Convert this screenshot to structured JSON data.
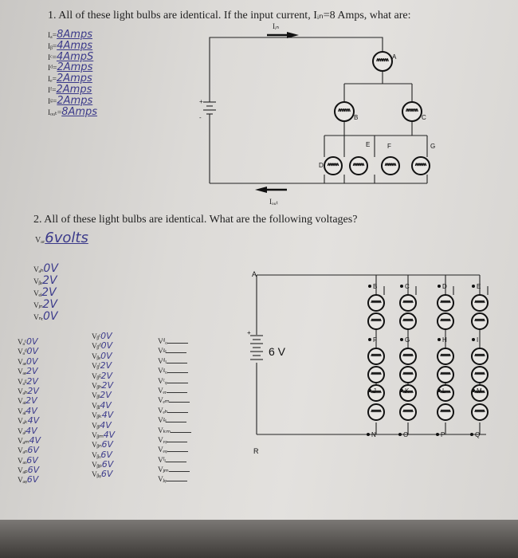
{
  "questions": {
    "q1": "1. All of these light bulbs are identical.  If the input current, Iᵢₙ=8 Amps, what are:",
    "q2": "2. All of these light bulbs are identical. What are the following voltages?"
  },
  "q1_answers": [
    {
      "key": "Iₐ=",
      "val": "8Amps"
    },
    {
      "key": "Iᵦ=",
      "val": "4Amps"
    },
    {
      "key": "Iᶜ=",
      "val": "4AmpS"
    },
    {
      "key": "Iᵈ=",
      "val": "2Amps"
    },
    {
      "key": "Iₑ=",
      "val": "2Amps"
    },
    {
      "key": "Iᶠ=",
      "val": "2Amps"
    },
    {
      "key": "Iᵍ=",
      "val": "2Amps"
    },
    {
      "key": "Iₒᵤₜ=",
      "val": "8Amps"
    }
  ],
  "circuit1": {
    "current_in": "Iᵢₙ",
    "current_out": "Iₒᵤₜ",
    "bulbs": [
      "A",
      "B",
      "C",
      "D",
      "E",
      "F",
      "G"
    ]
  },
  "var_line": {
    "key": "Vₐᵣ",
    "val": "6volts"
  },
  "col1a": [
    {
      "k": "Vₐₕ",
      "v": "0V"
    },
    {
      "k": "Vᵦₑ",
      "v": "2V"
    },
    {
      "k": "Vₑⱼ",
      "v": "2V"
    },
    {
      "k": "Vⱼₙ",
      "v": "2V"
    },
    {
      "k": "Vₙᵣ",
      "v": "0V"
    }
  ],
  "col1": [
    {
      "k": "Vₐᶜ",
      "v": "0V"
    },
    {
      "k": "Vₐᵈ",
      "v": "0V"
    },
    {
      "k": "Vₐₑ",
      "v": "0V"
    },
    {
      "k": "Vₐₑ",
      "v": "2V"
    },
    {
      "k": "Vₐᵍ",
      "v": "2V"
    },
    {
      "k": "Vₐₕ",
      "v": "2V"
    },
    {
      "k": "Vₐᵢ",
      "v": "2V"
    },
    {
      "k": "Vₐⱼ",
      "v": "4V"
    },
    {
      "k": "Vₐₖ",
      "v": "4V"
    },
    {
      "k": "Vₐₗ",
      "v": "4V"
    },
    {
      "k": "Vₐₘ",
      "v": "4V"
    },
    {
      "k": "Vₐₙ",
      "v": "6V"
    },
    {
      "k": "Vₐₒ",
      "v": "6V"
    },
    {
      "k": "Vₐₚ",
      "v": "6V"
    },
    {
      "k": "Vₐᵩ",
      "v": "6V"
    }
  ],
  "col2": [
    {
      "k": "Vᵦᶜ",
      "v": "0V"
    },
    {
      "k": "Vᵦᵈ",
      "v": "0V"
    },
    {
      "k": "Vᵦₑ",
      "v": "0V"
    },
    {
      "k": "Vᵦᶠ",
      "v": "2V"
    },
    {
      "k": "Vᵦᵍ",
      "v": "2V"
    },
    {
      "k": "Vᵦₕ",
      "v": "2V"
    },
    {
      "k": "Vᵦₗ",
      "v": "2V"
    },
    {
      "k": "Vᵦⱼ",
      "v": "4V"
    },
    {
      "k": "Vᵦₖ",
      "v": "4V"
    },
    {
      "k": "Vᵦₗ",
      "v": "4V"
    },
    {
      "k": "Vᵦₘ",
      "v": "4V"
    },
    {
      "k": "Vᵦₙ",
      "v": "6V"
    },
    {
      "k": "Vᵦₒ",
      "v": "6V"
    },
    {
      "k": "Vᵦₚ",
      "v": "6V"
    },
    {
      "k": "Vᵦᵩ",
      "v": "6V"
    }
  ],
  "col3": [
    {
      "k": "Vᵈₒ"
    },
    {
      "k": "Vᵍₗ"
    },
    {
      "k": "Vᵈₗ"
    },
    {
      "k": "Vᵍₒ"
    },
    {
      "k": "Vᶜᵩ"
    },
    {
      "k": "Vₑᵣ"
    },
    {
      "k": "Vₑₘ"
    },
    {
      "k": "Vₑₕ"
    },
    {
      "k": "Vᵍₗ"
    },
    {
      "k": "Vₖₘ"
    },
    {
      "k": "Vᵣᵩ"
    },
    {
      "k": "Vₑᵩ"
    },
    {
      "k": "Vᶠₗ"
    },
    {
      "k": "Vⱼₘ"
    },
    {
      "k": "Vⱼᵩ"
    }
  ],
  "circuit2": {
    "battery": "6 V",
    "node_top": "A",
    "node_bottom": "R",
    "row1": [
      "B",
      "C",
      "D",
      "E"
    ],
    "row2": [
      "F",
      "G",
      "H",
      "I"
    ],
    "row3": [
      "J",
      "K",
      "L",
      "M"
    ],
    "row4": [
      "N",
      "O",
      "P",
      "Q"
    ]
  }
}
